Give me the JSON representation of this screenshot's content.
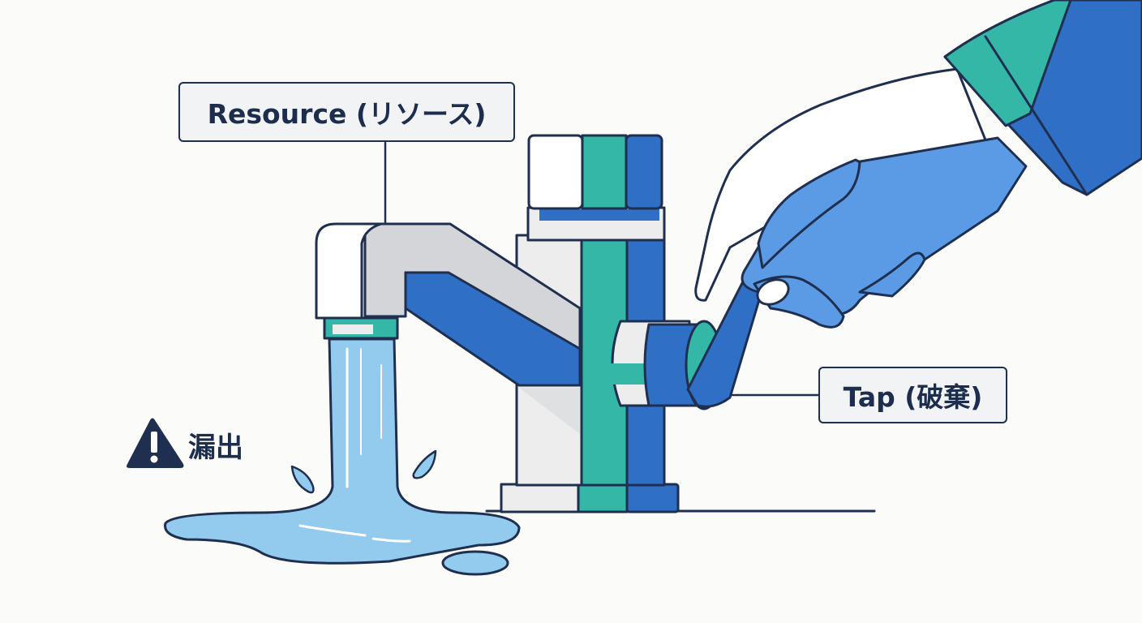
{
  "labels": {
    "resource": "Resource (リソース)",
    "tap": "Tap (破棄)",
    "leak": "漏出"
  },
  "icons": {
    "warning": "warning-triangle-icon"
  },
  "colors": {
    "outline": "#1f2f4f",
    "blue": "#2f6fc6",
    "light_blue": "#5b9be6",
    "teal": "#34b7a7",
    "water": "#93cbee",
    "water_deep": "#6fb5e6",
    "metal_light": "#ededed",
    "metal_grey": "#d3d5d8",
    "label_bg": "#f2f3f4"
  }
}
